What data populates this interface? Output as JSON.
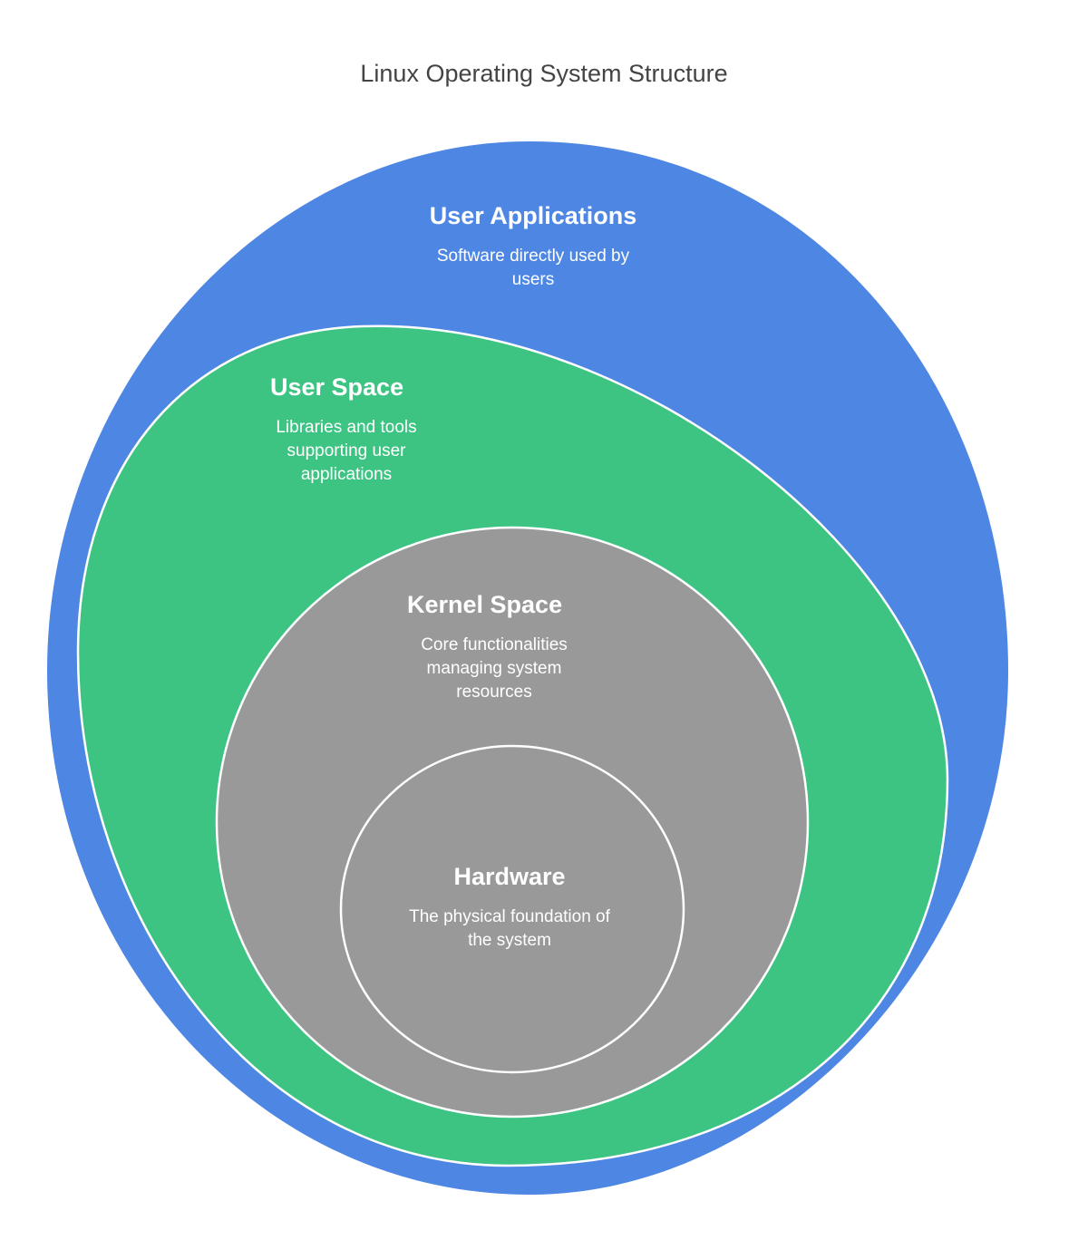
{
  "title": "Linux Operating System Structure",
  "colors": {
    "user_applications": "#4e86e4",
    "user_space": "#3dc483",
    "kernel_space": "#999999",
    "hardware": "#999999",
    "outline": "#ffffff",
    "title_text": "#444444"
  },
  "layers": [
    {
      "id": "user-applications",
      "title": "User Applications",
      "description": "Software directly used by users"
    },
    {
      "id": "user-space",
      "title": "User Space",
      "description": "Libraries and tools supporting user applications"
    },
    {
      "id": "kernel-space",
      "title": "Kernel Space",
      "description": "Core functionalities managing system resources"
    },
    {
      "id": "hardware",
      "title": "Hardware",
      "description": "The physical foundation of the system"
    }
  ]
}
